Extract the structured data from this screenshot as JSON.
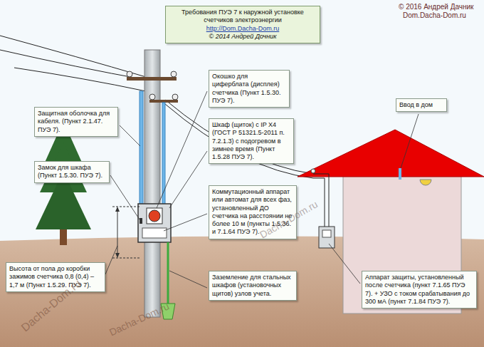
{
  "diagram": {
    "nodes": [
      {
        "text": [
          "Требования ПУЭ 7 к наружной установке счетчиков электроэнергии",
          "http://Dom.Dacha-Dom.ru",
          "© 2014 Андрей Дочник"
        ]
      },
      {
        "text": [
          "Защитная оболочка для кабеля. (Пункт 2.1.47. ПУЭ 7)."
        ]
      },
      {
        "text": [
          "Замок для шкафа (Пункт 1.5.30. ПУЭ 7)."
        ]
      },
      {
        "text": [
          "Окошко для циферблата (дисплея) счетчика (Пункт 1.5.30. ПУЭ 7)."
        ]
      },
      {
        "text": [
          "Шкаф (щиток) с IP X4 (ГОСТ Р 51321.5-2011 п. 7.2.1.3) с подогревом в зимнее время (Пункт 1.5.28 ПУЭ 7)."
        ]
      },
      {
        "text": [
          "Коммутационный аппарат или автомат для всех фаз, установленный ДО счетчика на расстоянии не более 10 м (пункты 1.5.36. и 7.1.64 ПУЭ 7)."
        ]
      },
      {
        "text": [
          "Заземление для стальных шкафов (установочных щитов) узлов учета."
        ]
      },
      {
        "text": [
          "Высота от пола до коробки зажимов счетчика 0,8 (0,4) – 1,7 м (Пункт 1.5.29. ПУЭ 7)."
        ]
      },
      {
        "text": [
          "Ввод в дом"
        ]
      },
      {
        "text": [
          "Аппарат защиты, установленный после счетчика (пункт 7.1.65 ПУЭ 7). + УЗО с током срабатывания до 300 мА (пункт 7.1.84 ПУЭ 7)."
        ]
      }
    ],
    "labels": [
      "© 2016 Андрей Дачник",
      "Dom.Dacha-Dom.ru",
      "Dacha-Dom.ru",
      "Dacha-Dom.ru",
      "Dacha-Dom.ru"
    ]
  }
}
